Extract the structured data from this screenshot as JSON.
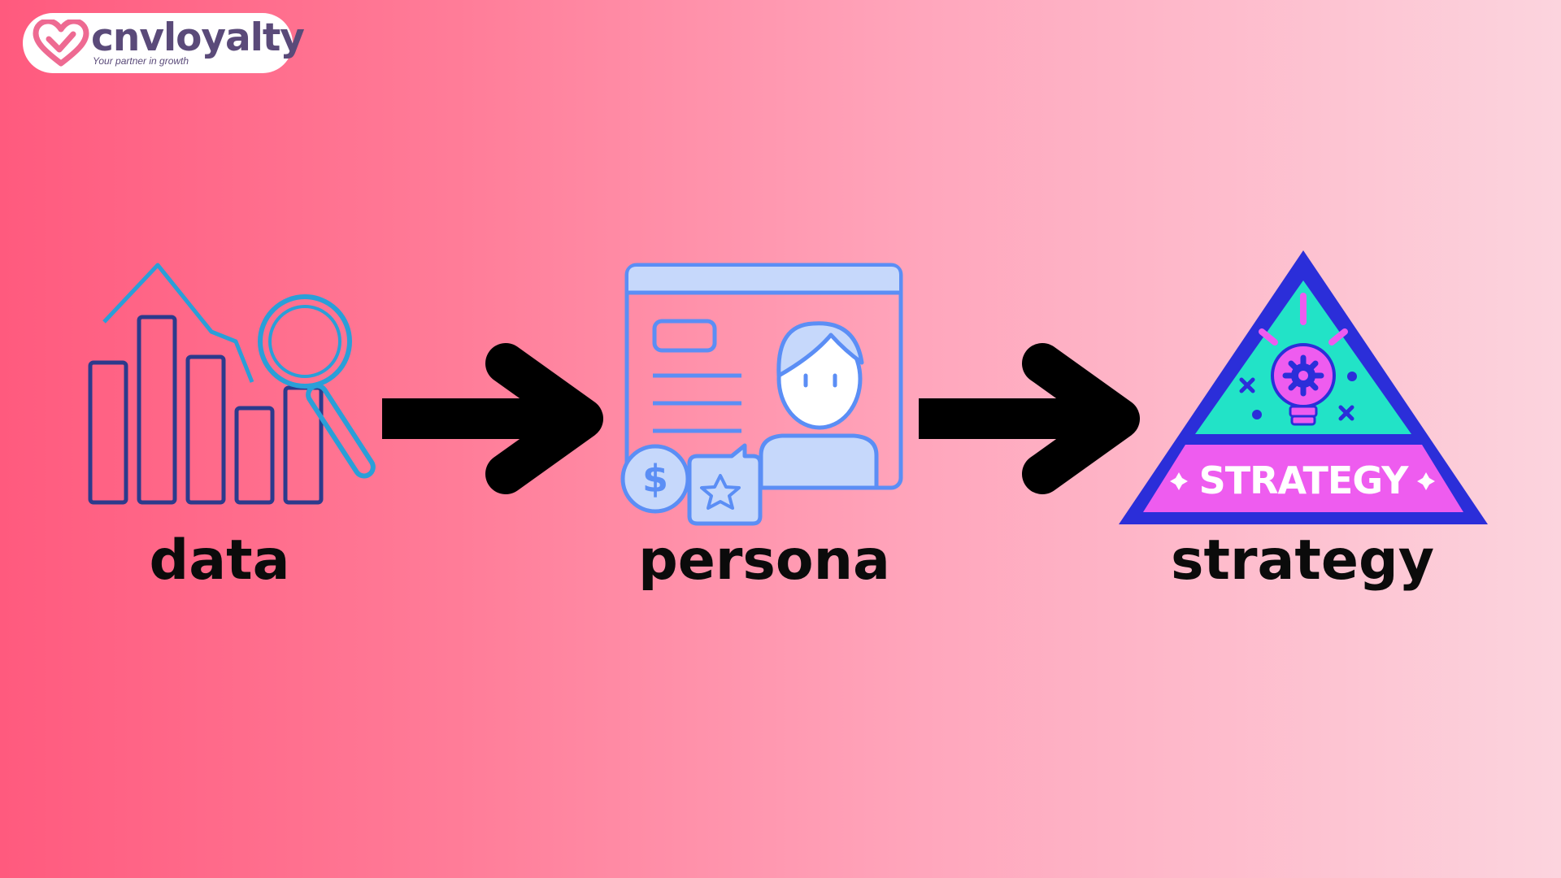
{
  "brand": {
    "name": "cnvloyalty",
    "tagline": "Your partner in growth"
  },
  "steps": [
    {
      "label": "data",
      "icon": "bar-chart-magnifier-icon"
    },
    {
      "label": "persona",
      "icon": "persona-profile-card-icon"
    },
    {
      "label": "strategy",
      "icon": "strategy-pyramid-badge-icon"
    }
  ],
  "badge_text": "STRATEGY",
  "colors": {
    "background_left": "#ff5a7e",
    "background_right": "#fcd4de",
    "arrow": "#000000",
    "chart_navy": "#2c3a8c",
    "chart_blue": "#2a9fd8",
    "persona_blue": "#5b8ef5",
    "persona_fill": "#c6d8fb",
    "pyramid_blue": "#2b2ed9",
    "pyramid_teal": "#22e3c7",
    "pyramid_magenta": "#ee5cef"
  }
}
